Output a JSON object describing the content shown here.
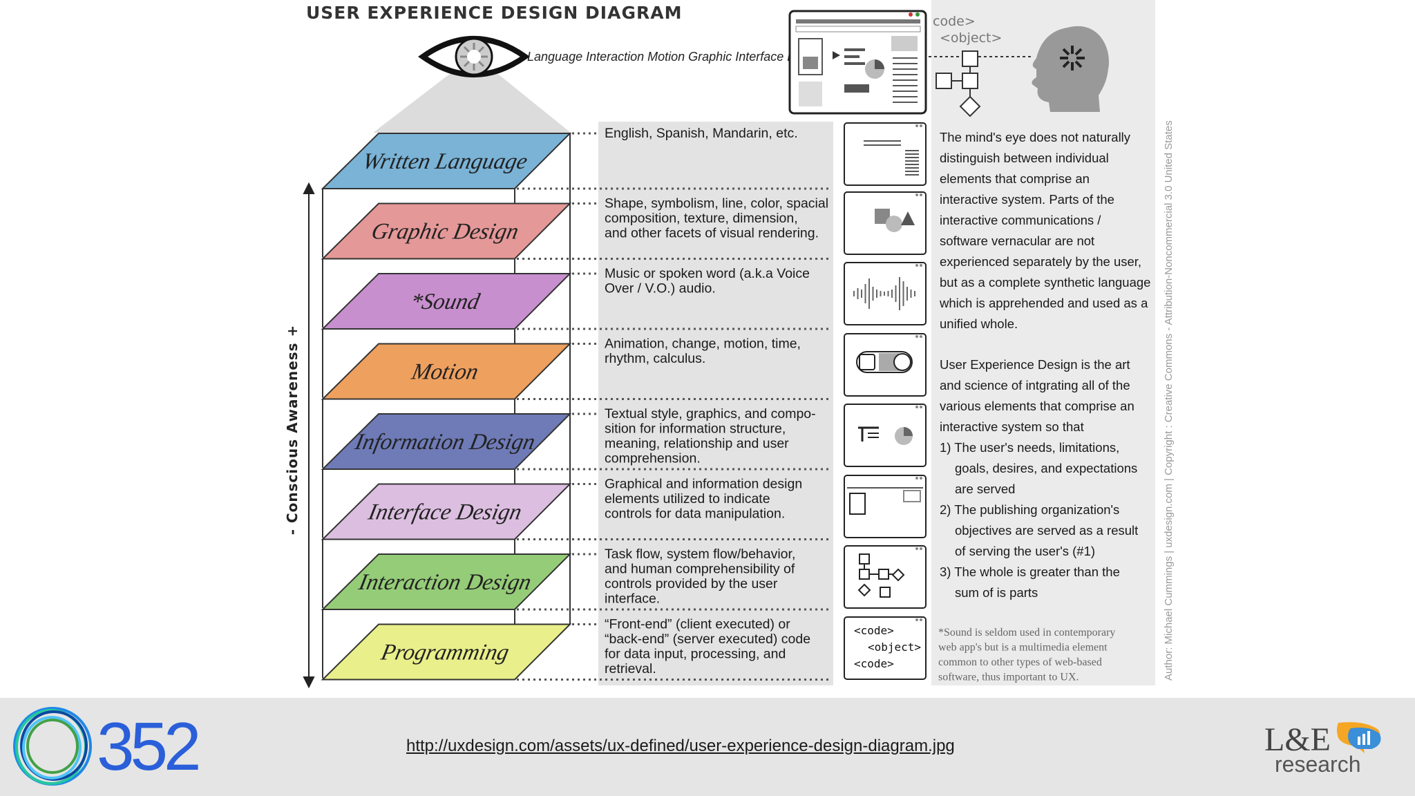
{
  "title": "USER EXPERIENCE DESIGN DIAGRAM",
  "eye_caption": "Language Interaction Motion Graphic Interface De",
  "head_code": [
    "code>",
    "<object>"
  ],
  "axis_label": "- Conscious Awareness +",
  "layers": [
    {
      "label": "Written Language",
      "color": "#7ab3d6",
      "desc": [
        "English, Spanish, Mandarin, etc."
      ]
    },
    {
      "label": "Graphic Design",
      "color": "#e59898",
      "desc": [
        "Shape, symbolism, line, color, spacial",
        "composition, texture, dimension,",
        "and other facets of visual rendering."
      ]
    },
    {
      "label": "*Sound",
      "color": "#c88fce",
      "desc": [
        "Music or spoken word (a.k.a Voice",
        "Over / V.O.) audio."
      ]
    },
    {
      "label": "Motion",
      "color": "#eea05f",
      "desc": [
        "Animation, change, motion, time,",
        "rhythm, calculus."
      ]
    },
    {
      "label": "Information Design",
      "color": "#6f7bb7",
      "desc": [
        "Textual style, graphics, and compo-",
        "sition for information structure,",
        "meaning, relationship and user",
        "comprehension."
      ]
    },
    {
      "label": "Interface Design",
      "color": "#dcbfe0",
      "desc": [
        "Graphical and information design",
        "elements utilized to indicate",
        "controls for data manipulation."
      ]
    },
    {
      "label": "Interaction Design",
      "color": "#95cc78",
      "desc": [
        "Task flow, system flow/behavior,",
        "and human comprehensibility of",
        "controls provided by the user",
        "interface."
      ]
    },
    {
      "label": "Programming",
      "color": "#e9ef8a",
      "desc": [
        "“Front-end” (client executed) or",
        "“back-end” (server executed) code",
        "for data input, processing, and",
        "retrieval."
      ]
    }
  ],
  "code_icon": [
    "<code>",
    "<object>",
    "<code>"
  ],
  "para1": [
    "The mind's eye does not naturally",
    "distinguish between individual",
    "elements that comprise an",
    "interactive system.  Parts of the",
    "interactive communications /",
    "software vernacular are not",
    "experienced separately by the user,",
    "but as a complete synthetic language",
    "which is apprehended and used as a",
    "unified whole."
  ],
  "para2": [
    "User Experience Design is the art",
    "and science of intgrating all of the",
    "various elements that comprise an",
    "interactive system so that",
    "1) The user's needs, limitations,",
    "goals, desires, and expectations",
    "are served",
    "2) The publishing organization's",
    "objectives are served as a result",
    "of serving the user's (#1)",
    "3) The whole is greater than the",
    "sum of is parts"
  ],
  "footnote": [
    "*Sound is seldom used in contemporary",
    "web app's but is a multimedia element",
    "common to other types of web-based",
    "software, thus important to UX."
  ],
  "credit": "Author: Michael Cummings | uxdesign.com | Copyright : Creative Commons - Attribution-Noncommercial 3.0 United States",
  "footer": {
    "logo_number": "352",
    "link": "http://uxdesign.com/assets/ux-defined/user-experience-design-diagram.jpg",
    "brand": "L&E",
    "brand_sub": "research"
  }
}
